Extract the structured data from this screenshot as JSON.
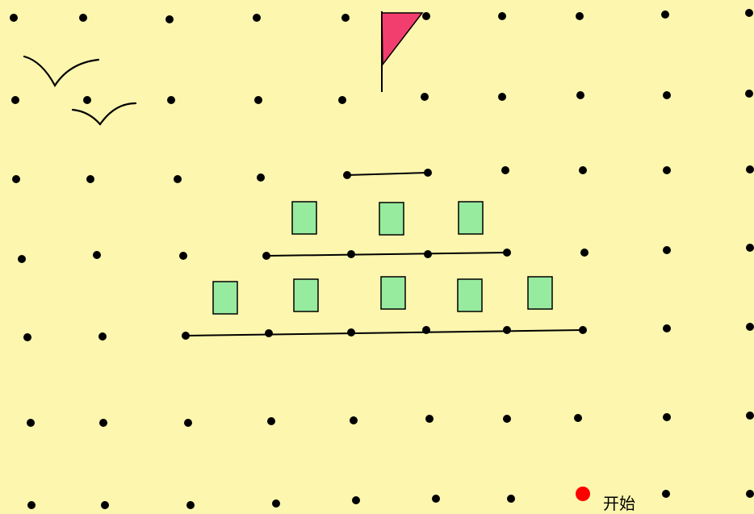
{
  "board": {
    "background_color": "#FCF6AE",
    "dot_color": "#000000",
    "line_color": "#000000",
    "grid_rows": 7,
    "grid_columns": 10
  },
  "flag": {
    "icon": "red-triangle-flag-icon",
    "color": "#F23E6E"
  },
  "birds": {
    "icon": "bird-icon",
    "count": 2
  },
  "bricks": {
    "color": "#96EB9E",
    "border_color": "#000000",
    "tiers": [
      3,
      5
    ]
  },
  "start": {
    "marker_color": "#FF0000",
    "label": "开始"
  }
}
